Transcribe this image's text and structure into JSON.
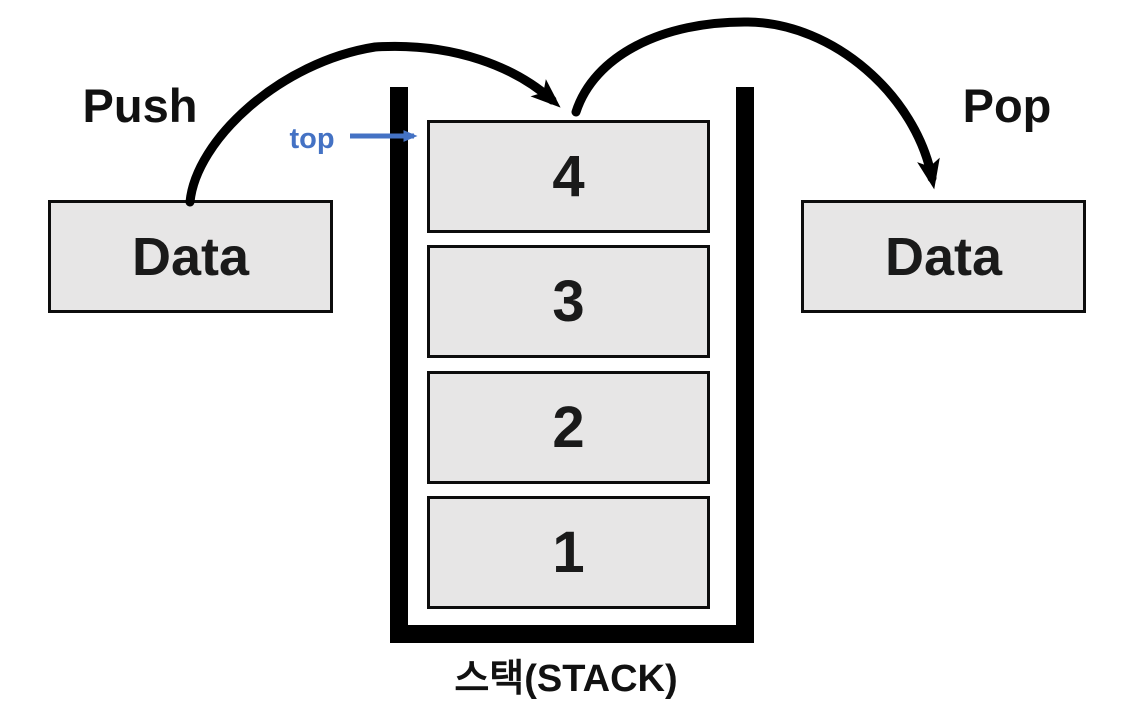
{
  "diagram": {
    "title": "스택(STACK)",
    "push_label": "Push",
    "pop_label": "Pop",
    "top_pointer_label": "top",
    "push_source_box": {
      "label": "Data"
    },
    "pop_target_box": {
      "label": "Data"
    },
    "stack": {
      "caption": "스택(STACK)",
      "items": [
        {
          "value": "4",
          "is_top": true
        },
        {
          "value": "3",
          "is_top": false
        },
        {
          "value": "2",
          "is_top": false
        },
        {
          "value": "1",
          "is_top": false
        }
      ]
    },
    "colors": {
      "background": "#ffffff",
      "box_fill": "#e7e6e6",
      "box_border": "#0d0d0d",
      "arrow_black": "#000000",
      "accent_blue": "#4472c4",
      "text": "#111111"
    }
  }
}
